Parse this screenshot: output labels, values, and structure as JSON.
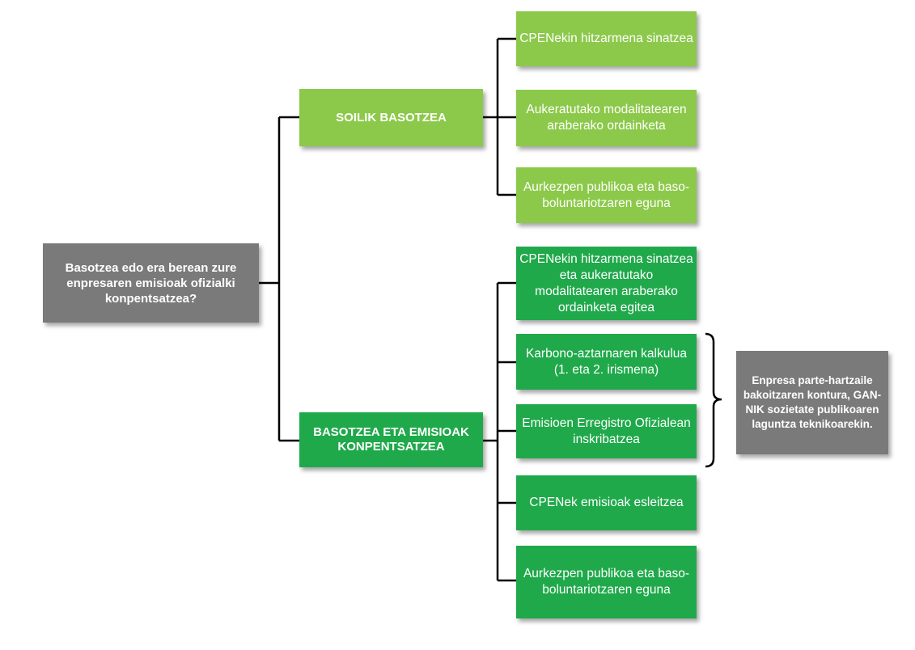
{
  "root": {
    "label": "Basotzea edo era berean zure enpresaren emisioak ofizialki konpentsatzea?"
  },
  "branch1": {
    "label": "SOILIK BASOTZEA",
    "steps": [
      "CPENekin hitzarmena sinatzea",
      "Aukeratutako modalitatearen araberako ordainketa",
      "Aurkezpen publikoa eta baso-boluntariotzaren eguna"
    ]
  },
  "branch2": {
    "label": "BASOTZEA ETA EMISIOAK KONPENTSATZEA",
    "steps": [
      "CPENekin hitzarmena sinatzea eta aukeratutako modalitatearen araberako ordainketa egitea",
      "Karbono-aztarnaren kalkulua (1. eta 2. irismena)",
      "Emisioen Erregistro Ofizialean inskribatzea",
      "CPENek emisioak esleitzea",
      "Aurkezpen publikoa eta baso-boluntariotzaren eguna"
    ]
  },
  "note": {
    "label": "Enpresa parte-hartzaile bakoitzaren kontura, GAN-NIK sozietate publikoaren laguntza teknikoarekin."
  },
  "colors": {
    "light_green": "#8cc94a",
    "dark_green": "#1fa94a",
    "grey": "#7a7a7a"
  }
}
